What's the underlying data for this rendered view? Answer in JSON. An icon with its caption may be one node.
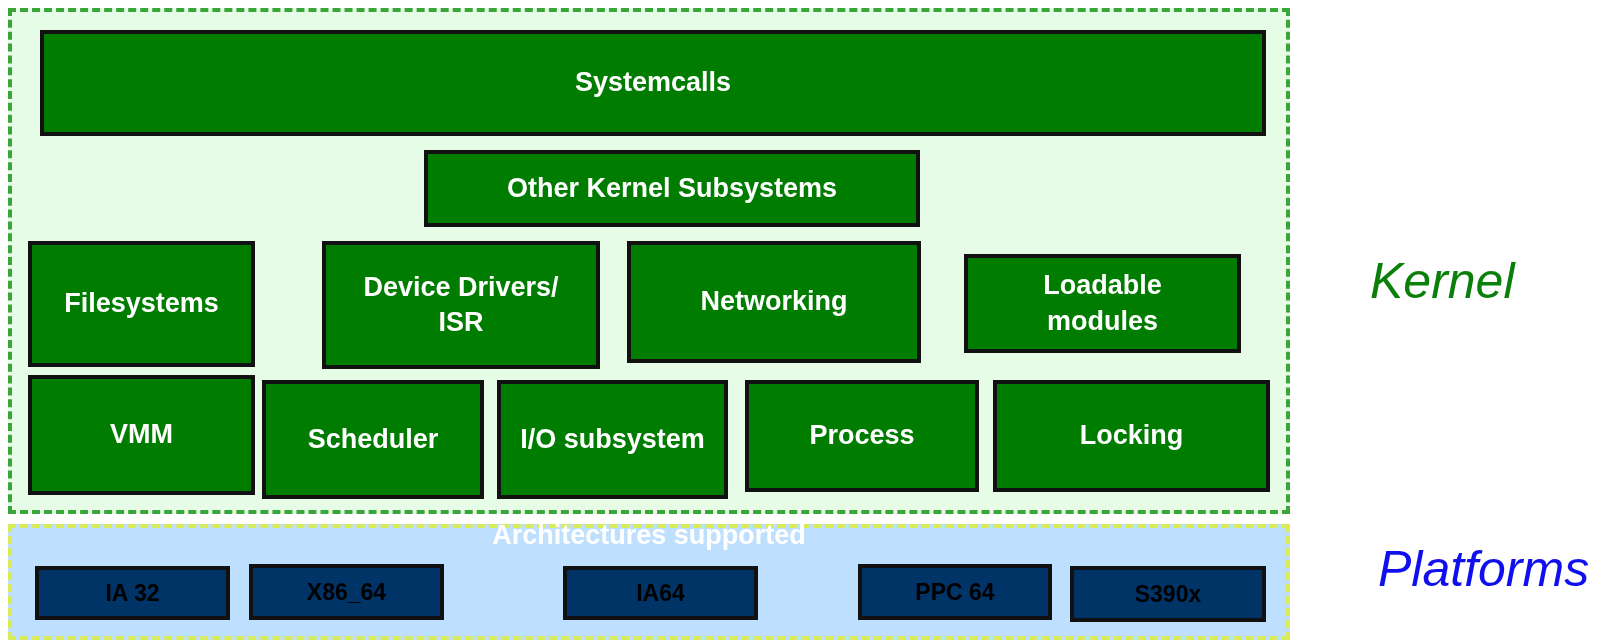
{
  "diagram": {
    "nodes": [
      {
        "text": [],
        "shape": "box",
        "beside": [
          "Kernel"
        ]
      },
      {
        "text": [
          "Systemcalls"
        ],
        "in": 0
      },
      {
        "text": [
          "Other Kernel Subsystems"
        ],
        "in": 0
      },
      {
        "text": [
          "Filesystems"
        ],
        "in": 0
      },
      {
        "text": [
          "Device Drivers/ ISR"
        ],
        "in": 0
      },
      {
        "text": [
          "Networking"
        ],
        "in": 0
      },
      {
        "text": [
          "Loadable modules"
        ],
        "in": 0
      },
      {
        "text": [
          "VMM"
        ],
        "in": 0
      },
      {
        "text": [
          "Scheduler"
        ],
        "in": 0
      },
      {
        "text": [
          "I/O subsystem"
        ],
        "in": 0
      },
      {
        "text": [
          "Process"
        ],
        "in": 0
      },
      {
        "text": [
          "Locking"
        ],
        "in": 0
      },
      {
        "text": [
          "Architectures supported"
        ],
        "beside": [
          "Platforms"
        ]
      },
      {
        "text": [
          "IA 32"
        ],
        "in": 12
      },
      {
        "text": [
          "X86_64"
        ],
        "in": 12
      },
      {
        "text": [
          "IA64"
        ],
        "in": 12
      },
      {
        "text": [
          "PPC 64"
        ],
        "in": 12
      },
      {
        "text": [
          "S390x"
        ],
        "in": 12
      }
    ]
  }
}
